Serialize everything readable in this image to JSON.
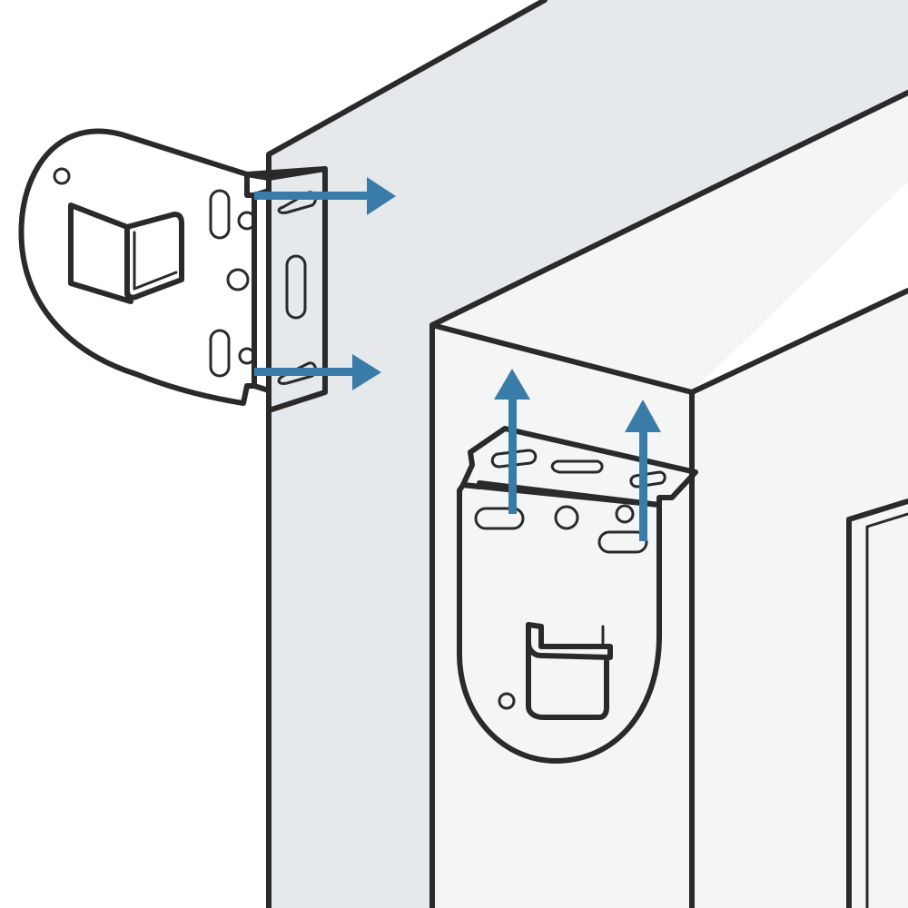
{
  "colors": {
    "background": "#ffffff",
    "outline": "#2a2a2a",
    "wall_face": "#e6e9ec",
    "frame_face": "#f4f5f5",
    "bracket_fill": "#ffffff",
    "arrow": "#3a7ca8"
  },
  "components": {
    "wall": "window-recess-wall",
    "frame": "window-frame",
    "bracket_wall_mount": "bracket-face-fix",
    "bracket_ceiling_mount": "bracket-top-fix",
    "arrows": [
      "arrow-right",
      "arrow-right",
      "arrow-up",
      "arrow-up"
    ]
  }
}
